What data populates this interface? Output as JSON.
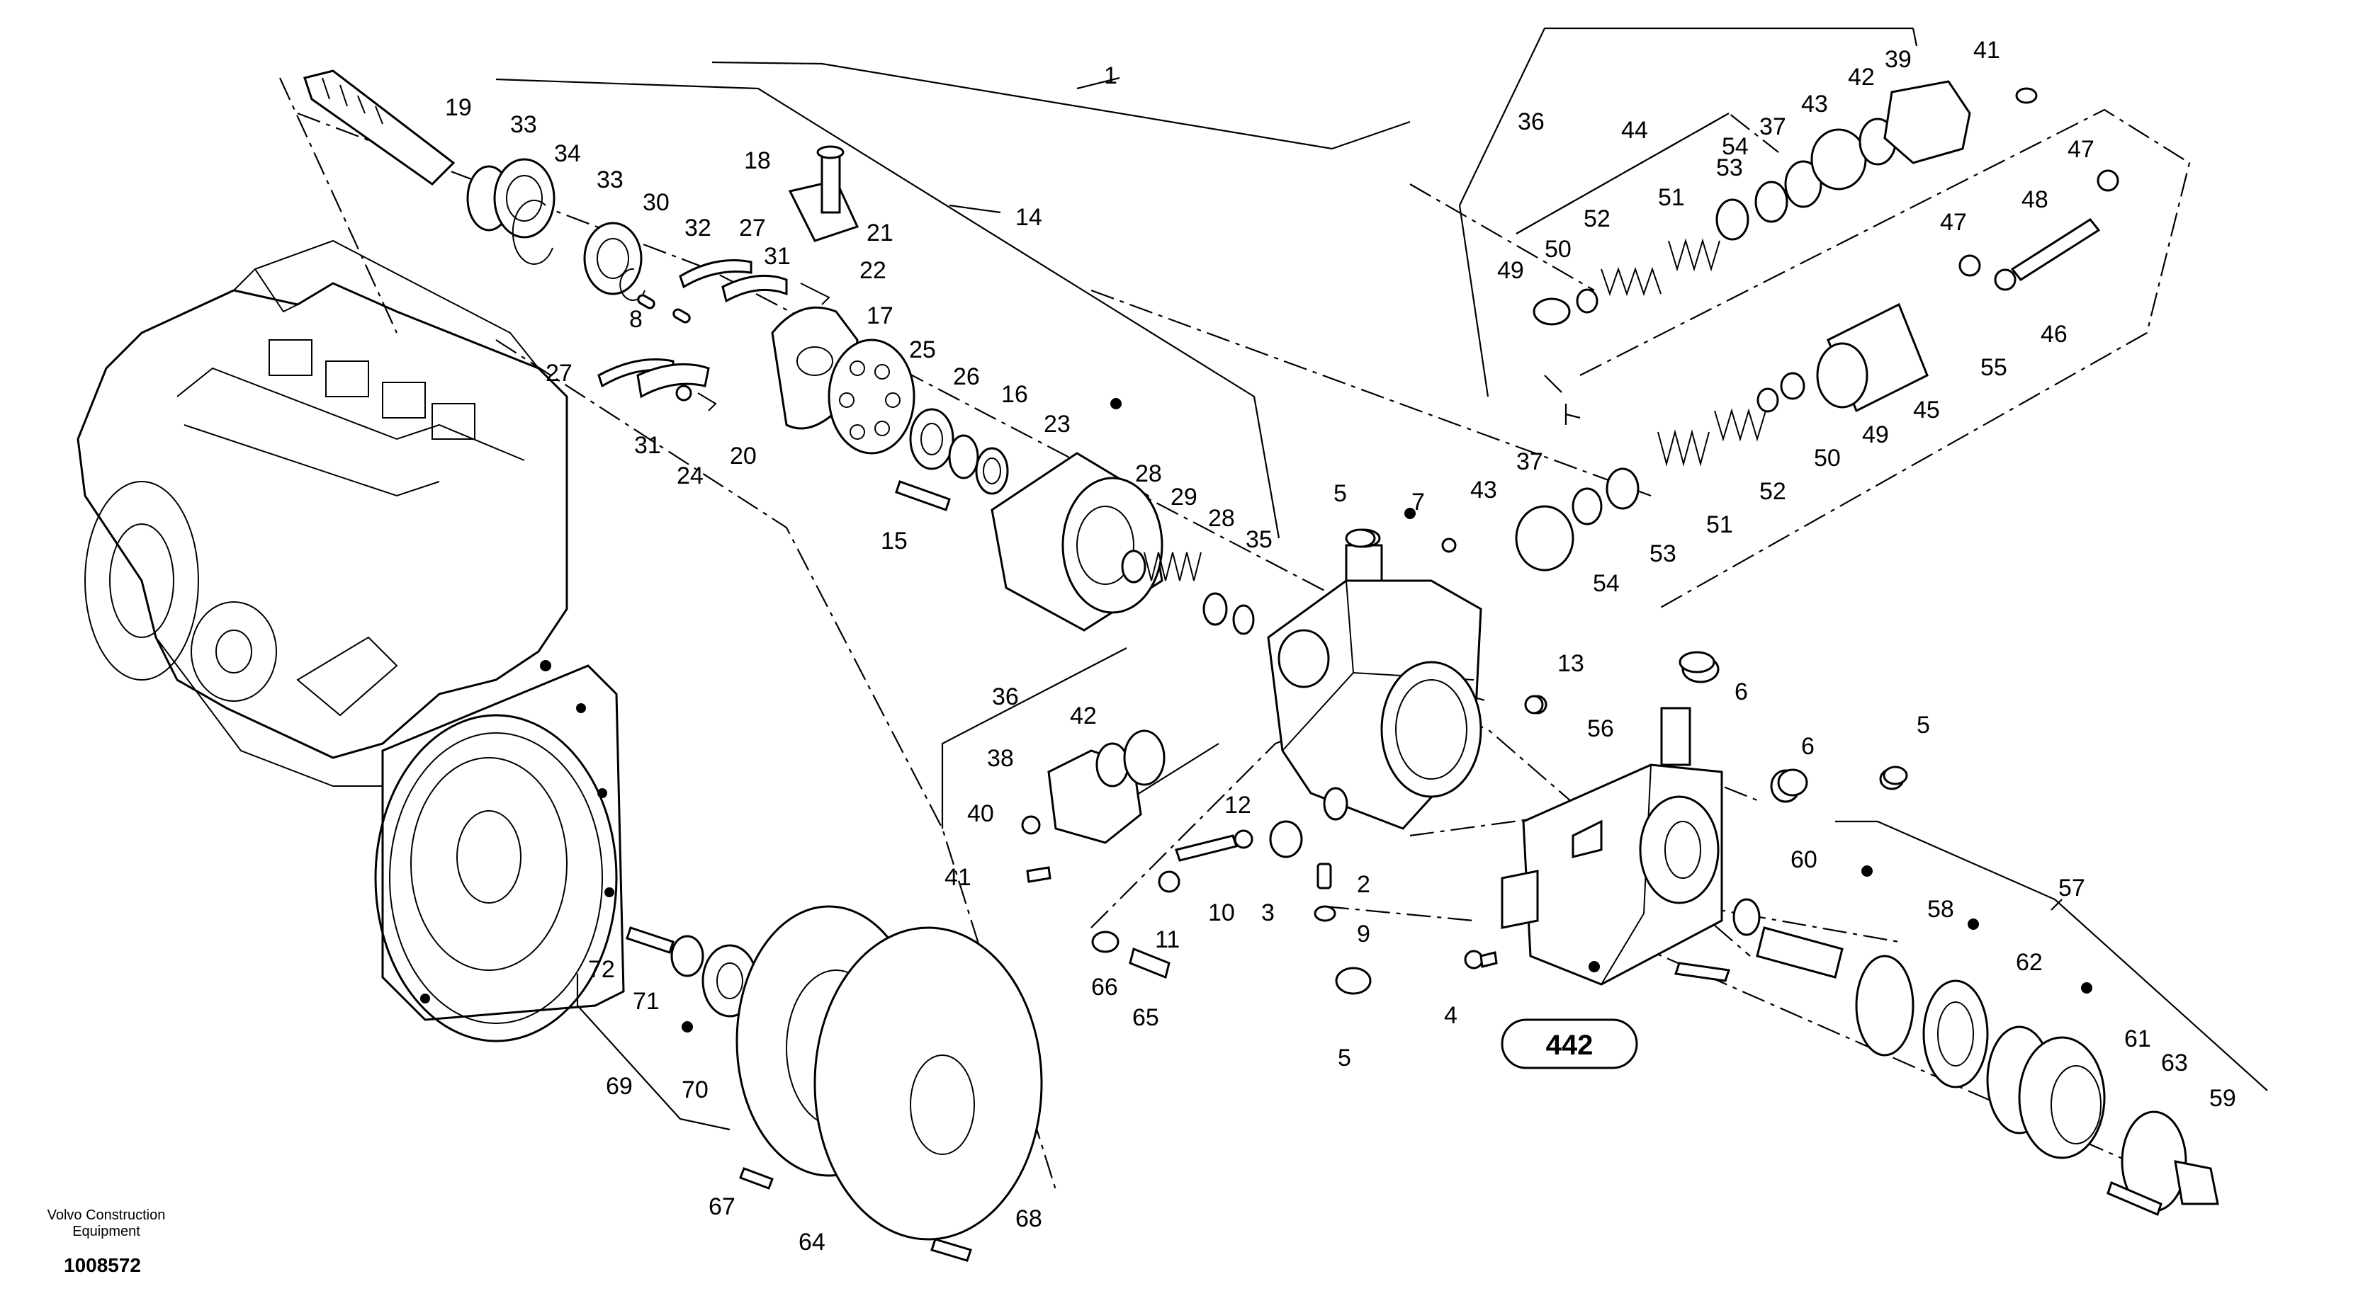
{
  "credit": {
    "line1": "Volvo Construction",
    "line2": "Equipment",
    "doc_number": "1008572"
  },
  "diagram_box_label": "442",
  "callouts": [
    "1",
    "19",
    "33",
    "34",
    "33",
    "30",
    "32",
    "27",
    "31",
    "18",
    "21",
    "22",
    "17",
    "8",
    "27",
    "31",
    "24",
    "20",
    "25",
    "26",
    "16",
    "23",
    "15",
    "14",
    "28",
    "29",
    "28",
    "35",
    "36",
    "44",
    "53",
    "54",
    "37",
    "43",
    "42",
    "39",
    "41",
    "52",
    "51",
    "50",
    "49",
    "47",
    "47",
    "48",
    "46",
    "55",
    "45",
    "49",
    "50",
    "52",
    "51",
    "53",
    "54",
    "43",
    "37",
    "5",
    "7",
    "13",
    "36",
    "42",
    "38",
    "40",
    "41",
    "12",
    "10",
    "11",
    "3",
    "2",
    "9",
    "5",
    "6",
    "56",
    "6",
    "5",
    "60",
    "58",
    "57",
    "62",
    "61",
    "63",
    "59",
    "4",
    "442",
    "66",
    "65",
    "72",
    "71",
    "69",
    "70",
    "67",
    "64",
    "68"
  ]
}
